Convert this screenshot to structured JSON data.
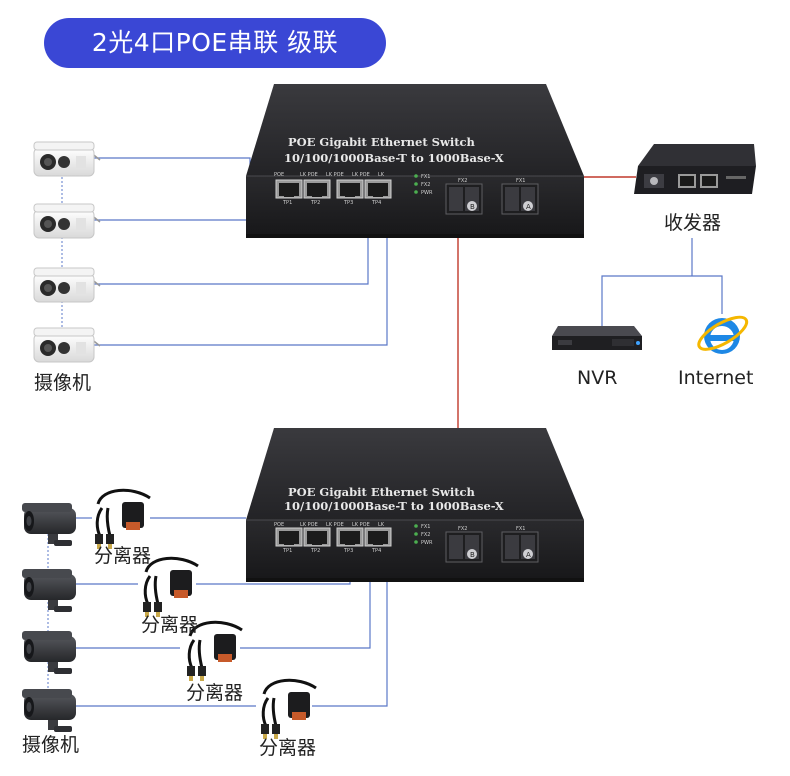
{
  "title": "2光4口POE串联 级联",
  "switch": {
    "line1": "POE Gigabit Ethernet Switch",
    "line2": "10/100/1000Base-T to 1000Base-X",
    "ports": [
      "TP1",
      "TP2",
      "TP3",
      "TP4"
    ],
    "port_top_labels": [
      "POE",
      "LK POE",
      "LK POE",
      "LK POE",
      "LK"
    ],
    "leds": [
      "FX1",
      "FX2",
      "PWR"
    ],
    "fiber_ports": [
      "FX2",
      "FX1"
    ],
    "fiber_marks": [
      "B",
      "A"
    ]
  },
  "labels": {
    "camera_top": "摄像机",
    "camera_bottom": "摄像机",
    "transceiver": "收发器",
    "nvr": "NVR",
    "internet": "Internet",
    "splitter": "分离器"
  },
  "colors": {
    "title_bg": "#3a47d5",
    "ethernet_line": "#5b78c8",
    "fiber_line": "#c0392b",
    "switch_body": "#2b2b2e"
  }
}
